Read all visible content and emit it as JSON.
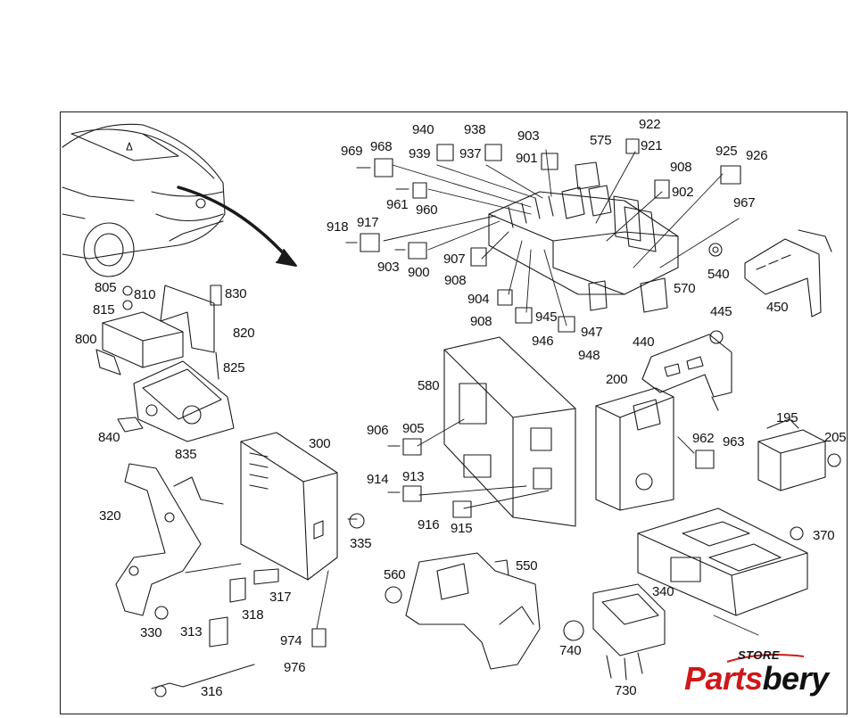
{
  "diagram": {
    "part_labels": [
      {
        "id": "940",
        "text": "940"
      },
      {
        "id": "938",
        "text": "938"
      },
      {
        "id": "903a",
        "text": "903"
      },
      {
        "id": "922",
        "text": "922"
      },
      {
        "id": "575",
        "text": "575"
      },
      {
        "id": "921",
        "text": "921"
      },
      {
        "id": "969",
        "text": "969"
      },
      {
        "id": "968",
        "text": "968"
      },
      {
        "id": "939",
        "text": "939"
      },
      {
        "id": "937",
        "text": "937"
      },
      {
        "id": "901",
        "text": "901"
      },
      {
        "id": "908a",
        "text": "908"
      },
      {
        "id": "925",
        "text": "925"
      },
      {
        "id": "926",
        "text": "926"
      },
      {
        "id": "902",
        "text": "902"
      },
      {
        "id": "961",
        "text": "961"
      },
      {
        "id": "960",
        "text": "960"
      },
      {
        "id": "967",
        "text": "967"
      },
      {
        "id": "918",
        "text": "918"
      },
      {
        "id": "917",
        "text": "917"
      },
      {
        "id": "903b",
        "text": "903"
      },
      {
        "id": "900",
        "text": "900"
      },
      {
        "id": "907",
        "text": "907"
      },
      {
        "id": "908b",
        "text": "908"
      },
      {
        "id": "540",
        "text": "540"
      },
      {
        "id": "570",
        "text": "570"
      },
      {
        "id": "904",
        "text": "904"
      },
      {
        "id": "908c",
        "text": "908"
      },
      {
        "id": "945",
        "text": "945"
      },
      {
        "id": "946",
        "text": "946"
      },
      {
        "id": "947",
        "text": "947"
      },
      {
        "id": "948",
        "text": "948"
      },
      {
        "id": "445",
        "text": "445"
      },
      {
        "id": "450",
        "text": "450"
      },
      {
        "id": "440",
        "text": "440"
      },
      {
        "id": "805",
        "text": "805"
      },
      {
        "id": "810",
        "text": "810"
      },
      {
        "id": "830",
        "text": "830"
      },
      {
        "id": "815",
        "text": "815"
      },
      {
        "id": "800",
        "text": "800"
      },
      {
        "id": "820",
        "text": "820"
      },
      {
        "id": "825",
        "text": "825"
      },
      {
        "id": "840",
        "text": "840"
      },
      {
        "id": "835",
        "text": "835"
      },
      {
        "id": "580",
        "text": "580"
      },
      {
        "id": "200",
        "text": "200"
      },
      {
        "id": "906",
        "text": "906"
      },
      {
        "id": "905",
        "text": "905"
      },
      {
        "id": "195",
        "text": "195"
      },
      {
        "id": "205",
        "text": "205"
      },
      {
        "id": "962",
        "text": "962"
      },
      {
        "id": "963",
        "text": "963"
      },
      {
        "id": "300",
        "text": "300"
      },
      {
        "id": "914",
        "text": "914"
      },
      {
        "id": "913",
        "text": "913"
      },
      {
        "id": "320",
        "text": "320"
      },
      {
        "id": "916",
        "text": "916"
      },
      {
        "id": "915",
        "text": "915"
      },
      {
        "id": "370",
        "text": "370"
      },
      {
        "id": "335",
        "text": "335"
      },
      {
        "id": "560",
        "text": "560"
      },
      {
        "id": "550",
        "text": "550"
      },
      {
        "id": "340",
        "text": "340"
      },
      {
        "id": "317",
        "text": "317"
      },
      {
        "id": "318",
        "text": "318"
      },
      {
        "id": "330",
        "text": "330"
      },
      {
        "id": "313",
        "text": "313"
      },
      {
        "id": "974",
        "text": "974"
      },
      {
        "id": "740",
        "text": "740"
      },
      {
        "id": "976",
        "text": "976"
      },
      {
        "id": "316",
        "text": "316"
      },
      {
        "id": "730",
        "text": "730"
      }
    ]
  },
  "watermark": {
    "store": "STORE",
    "brand_part1": "Parts",
    "brand_part2": "bery",
    "colors": {
      "accent": "#d01818",
      "dark": "#111111"
    }
  }
}
